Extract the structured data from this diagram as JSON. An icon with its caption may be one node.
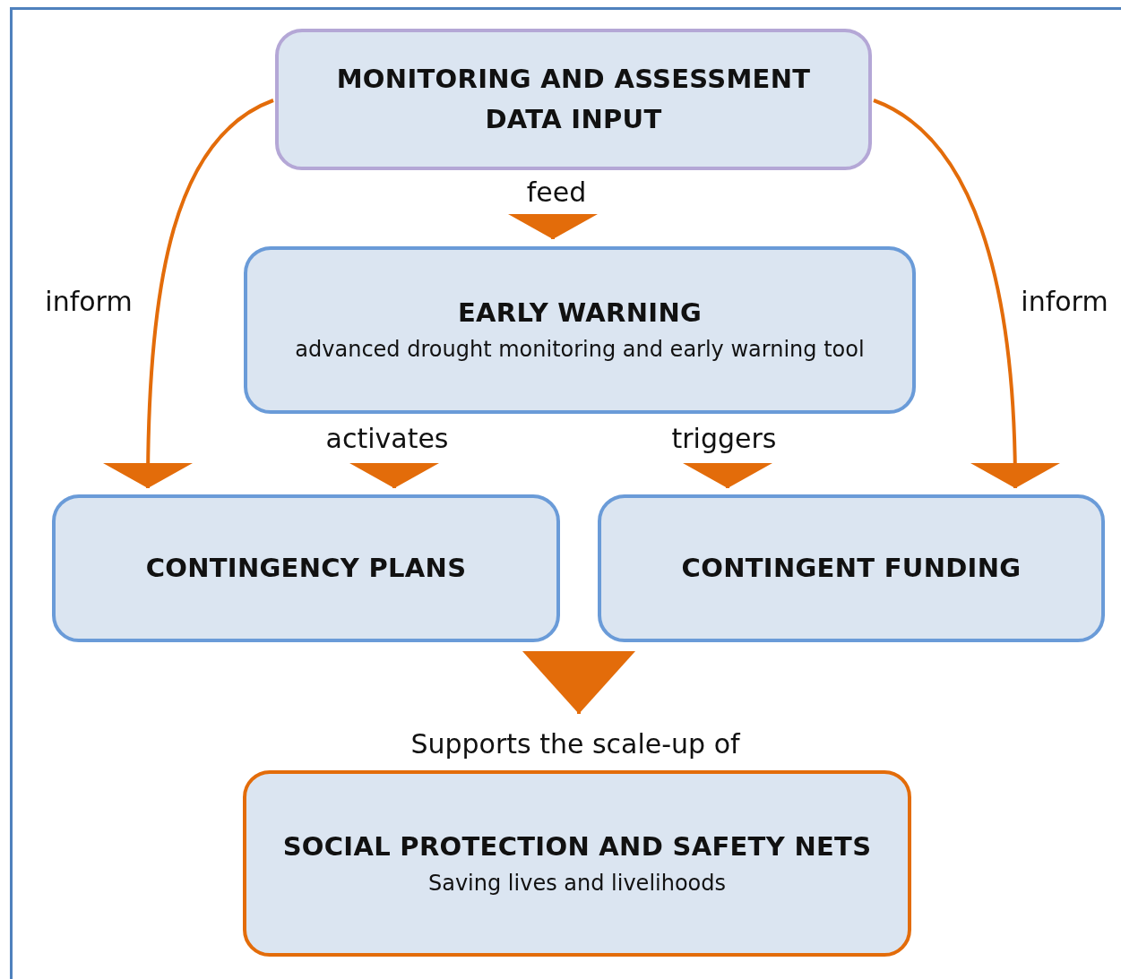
{
  "diagram": {
    "nodes": [
      {
        "text": [
          "MONITORING AND ASSESSMENT DATA INPUT"
        ]
      },
      {
        "text": [
          "EARLY WARNING",
          "advanced drought monitoring and early warning tool"
        ]
      },
      {
        "text": [
          "CONTINGENCY PLANS"
        ]
      },
      {
        "text": [
          "CONTINGENT FUNDING"
        ]
      },
      {
        "text": [
          "SOCIAL PROTECTION AND SAFETY NETS",
          "Saving lives and livelihoods"
        ]
      }
    ],
    "edges": [
      {
        "from": null,
        "to": 1,
        "arrow": "to",
        "label": "feed"
      },
      {
        "from": null,
        "to": 2,
        "arrow": "to",
        "label": "activates"
      },
      {
        "from": null,
        "to": 3,
        "arrow": "to",
        "label": "triggers"
      },
      {
        "from": 0,
        "to": 2,
        "arrow": "to",
        "label": "inform"
      },
      {
        "from": 0,
        "to": 3,
        "arrow": "to",
        "label": "inform"
      },
      {
        "from": 2,
        "to": 4,
        "arrow": "to",
        "label": "Supports the scale-up of"
      },
      {
        "from": 3,
        "to": 4,
        "arrow": "to"
      }
    ]
  }
}
